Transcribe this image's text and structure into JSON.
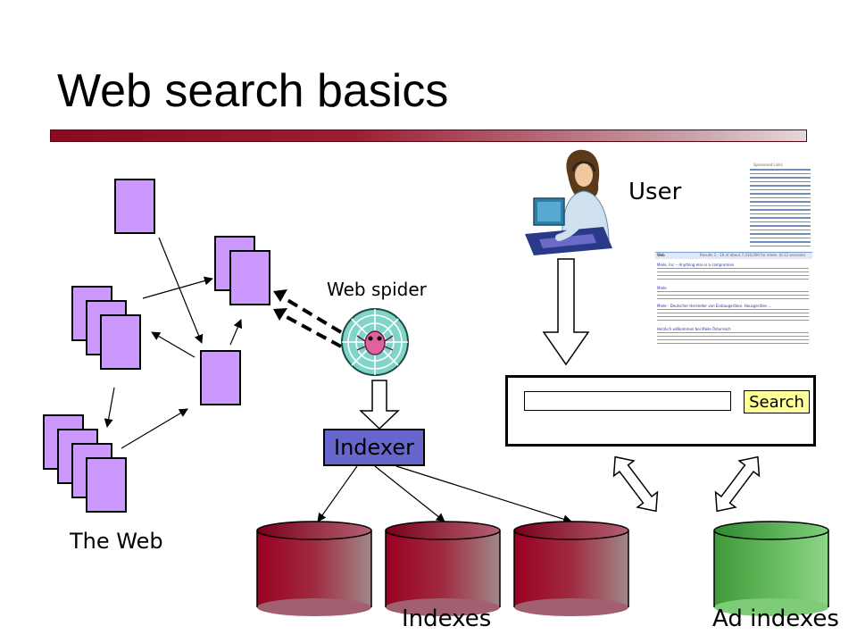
{
  "slide": {
    "title": "Web search basics"
  },
  "labels": {
    "user": "User",
    "web_spider": "Web spider",
    "indexer": "Indexer",
    "the_web": "The Web",
    "indexes": "Indexes",
    "ad_indexes": "Ad indexes"
  },
  "search": {
    "button_label": "Search",
    "input_value": ""
  },
  "results_page": {
    "sponsored_header": "Sponsored Links",
    "stats_line": "Results 1 - 10 of about 7,310,000 for miele. (0.12 seconds)",
    "web_label": "Web",
    "results": [
      "Miele, Inc -- Anything else is a compromise",
      "Miele",
      "Miele - Deutscher Hersteller von Einbaugeräten, Hausgeräten ...",
      "Herzlich willkommen bei Miele Österreich"
    ]
  },
  "colors": {
    "page_fill": "#cc99ff",
    "indexer_fill": "#6666cc",
    "index_cylinder": "#990022",
    "ad_cylinder": "#66bb55",
    "search_button_fill": "#ffff99",
    "title_bar": "#8a0a1e"
  },
  "icons": {
    "user": "woman-at-computer-icon",
    "spider": "spider-web-icon"
  }
}
